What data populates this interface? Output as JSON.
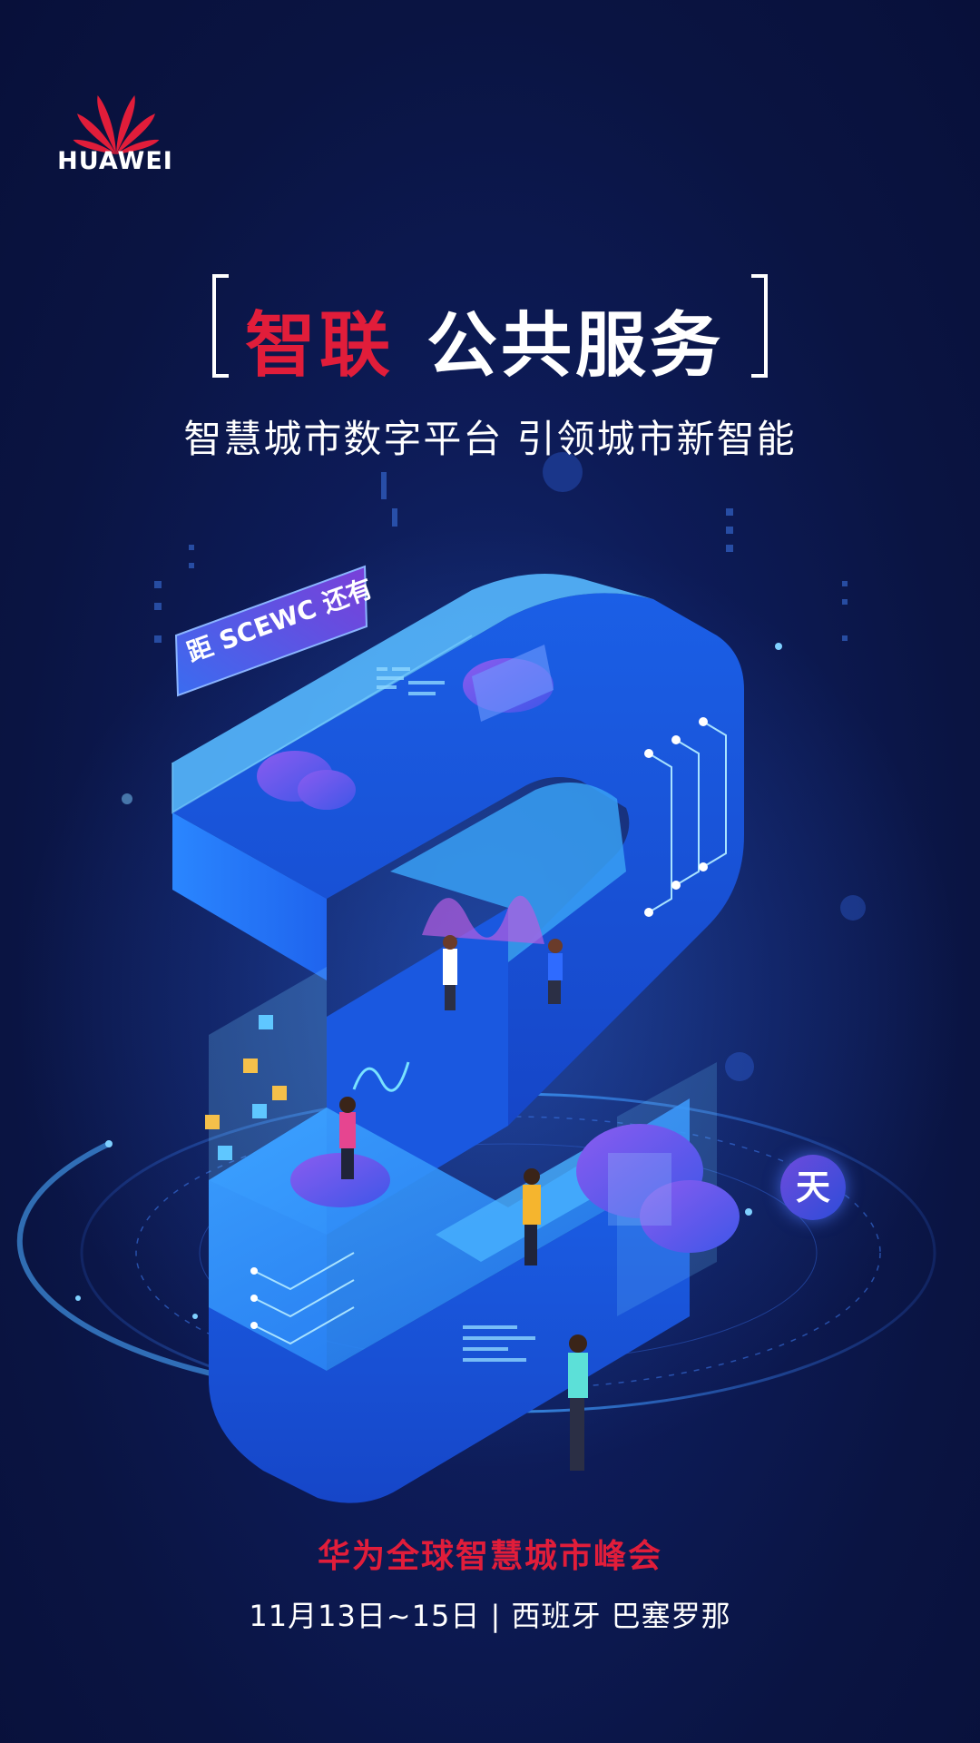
{
  "brand": {
    "name": "HUAWEI",
    "accent_color": "#e11d3a"
  },
  "headline": {
    "highlight": "智联",
    "main": "公共服务"
  },
  "tagline": "智慧城市数字平台  引领城市新智能",
  "countdown": {
    "label": "距 SCEWC 还有",
    "unit": "天",
    "digit": "2"
  },
  "event": {
    "name": "华为全球智慧城市峰会",
    "details": "11月13日~15日  |  西班牙 巴塞罗那"
  }
}
